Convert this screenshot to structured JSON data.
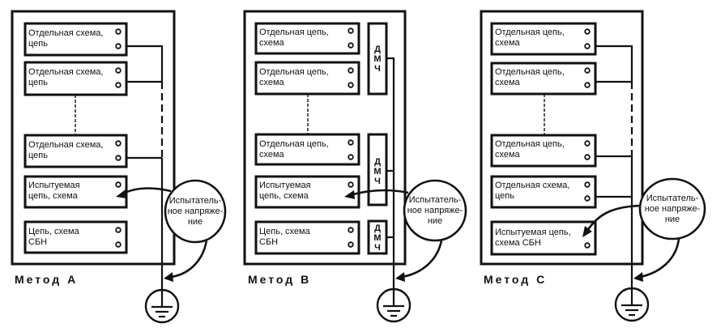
{
  "diagram": {
    "test_voltage_label": [
      "Испытатель-",
      "ное напряже-",
      "ние"
    ],
    "dmch_label": [
      "Д",
      "М",
      "Ч"
    ],
    "methods": [
      {
        "id": "A",
        "title": "Метод А",
        "boxes": [
          {
            "lines": [
              "Отдельная схема,",
              "цепь"
            ],
            "terminals": 2,
            "role": "separate"
          },
          {
            "lines": [
              "Отдельная схема,",
              "цепь"
            ],
            "terminals": 2,
            "role": "separate"
          },
          {
            "lines": [
              "Отдельная схема,",
              "цепь"
            ],
            "terminals": 2,
            "role": "separate"
          },
          {
            "lines": [
              "Испытуемая",
              "цепь, схема"
            ],
            "terminals": 1,
            "role": "under-test"
          },
          {
            "lines": [
              "Цепь, схема",
              "СБН"
            ],
            "terminals": 2,
            "role": "selv"
          }
        ]
      },
      {
        "id": "B",
        "title": "Метод В",
        "boxes": [
          {
            "lines": [
              "Отдельная цепь,",
              "схема"
            ],
            "terminals": 2,
            "role": "separate"
          },
          {
            "lines": [
              "Отдельная цепь,",
              "схема"
            ],
            "terminals": 2,
            "role": "separate"
          },
          {
            "lines": [
              "Отдельная цепь,",
              "схема"
            ],
            "terminals": 2,
            "role": "separate"
          },
          {
            "lines": [
              "Испытуемая",
              "цепь, схема"
            ],
            "terminals": 1,
            "role": "under-test"
          },
          {
            "lines": [
              "Цепь, схема",
              "СБН"
            ],
            "terminals": 2,
            "role": "selv"
          }
        ]
      },
      {
        "id": "C",
        "title": "Метод С",
        "boxes": [
          {
            "lines": [
              "Отдельная цепь,",
              "схема"
            ],
            "terminals": 2,
            "role": "separate"
          },
          {
            "lines": [
              "Отдельная цепь,",
              "схема"
            ],
            "terminals": 2,
            "role": "separate"
          },
          {
            "lines": [
              "Отдельная цепь,",
              "схема"
            ],
            "terminals": 2,
            "role": "separate"
          },
          {
            "lines": [
              "Отдельная схема,",
              "цепь"
            ],
            "terminals": 2,
            "role": "separate"
          },
          {
            "lines": [
              "Испытуемая цепь,",
              "схема СБН"
            ],
            "terminals": 1,
            "role": "under-test"
          }
        ]
      }
    ]
  }
}
